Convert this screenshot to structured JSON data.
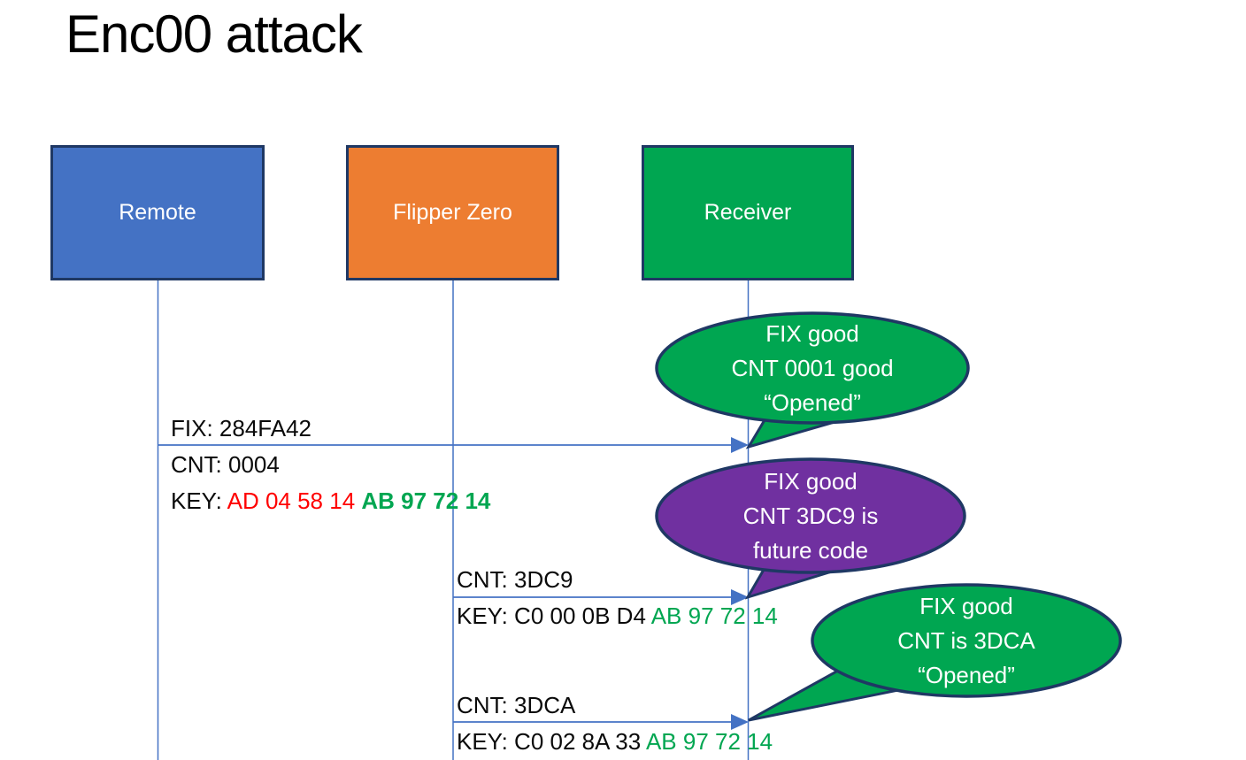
{
  "title": "Enc00 attack",
  "colors": {
    "actor_remote_fill": "#4472C4",
    "actor_flipper_fill": "#ED7D31",
    "actor_receiver_fill": "#00A651",
    "shape_border": "#1F3864",
    "arrow_blue": "#4472C4",
    "callout_green_fill": "#00A651",
    "callout_purple_fill": "#7030A0",
    "text_red": "#FF0000",
    "text_green": "#00A651",
    "text_black": "#000000",
    "text_white": "#FFFFFF"
  },
  "actors": [
    {
      "id": "remote",
      "label": "Remote"
    },
    {
      "id": "flipper-zero",
      "label": "Flipper Zero"
    },
    {
      "id": "receiver",
      "label": "Receiver"
    }
  ],
  "messages": [
    {
      "from": "Remote",
      "to": "Receiver",
      "fix": "FIX: 284FA42",
      "cnt": "CNT: 0004",
      "key_label": "KEY: ",
      "key_red": "AD 04 58 14 ",
      "key_green": "AB 97 72 14"
    },
    {
      "from": "Flipper Zero",
      "to": "Receiver",
      "cnt": "CNT: 3DC9",
      "key_label": "KEY: C0 00 0B D4 ",
      "key_green": "AB 97 72 14"
    },
    {
      "from": "Flipper Zero",
      "to": "Receiver",
      "cnt": "CNT: 3DCA",
      "key_label": "KEY: C0 02 8A 33 ",
      "key_green": "AB 97 72 14"
    }
  ],
  "callouts": [
    {
      "color": "green",
      "lines": [
        "FIX good",
        "CNT 0001 good",
        "“Opened”"
      ]
    },
    {
      "color": "purple",
      "lines": [
        "FIX good",
        "CNT 3DC9 is",
        "future code"
      ]
    },
    {
      "color": "green",
      "lines": [
        "FIX good",
        "CNT is 3DCA",
        "“Opened”"
      ]
    }
  ]
}
